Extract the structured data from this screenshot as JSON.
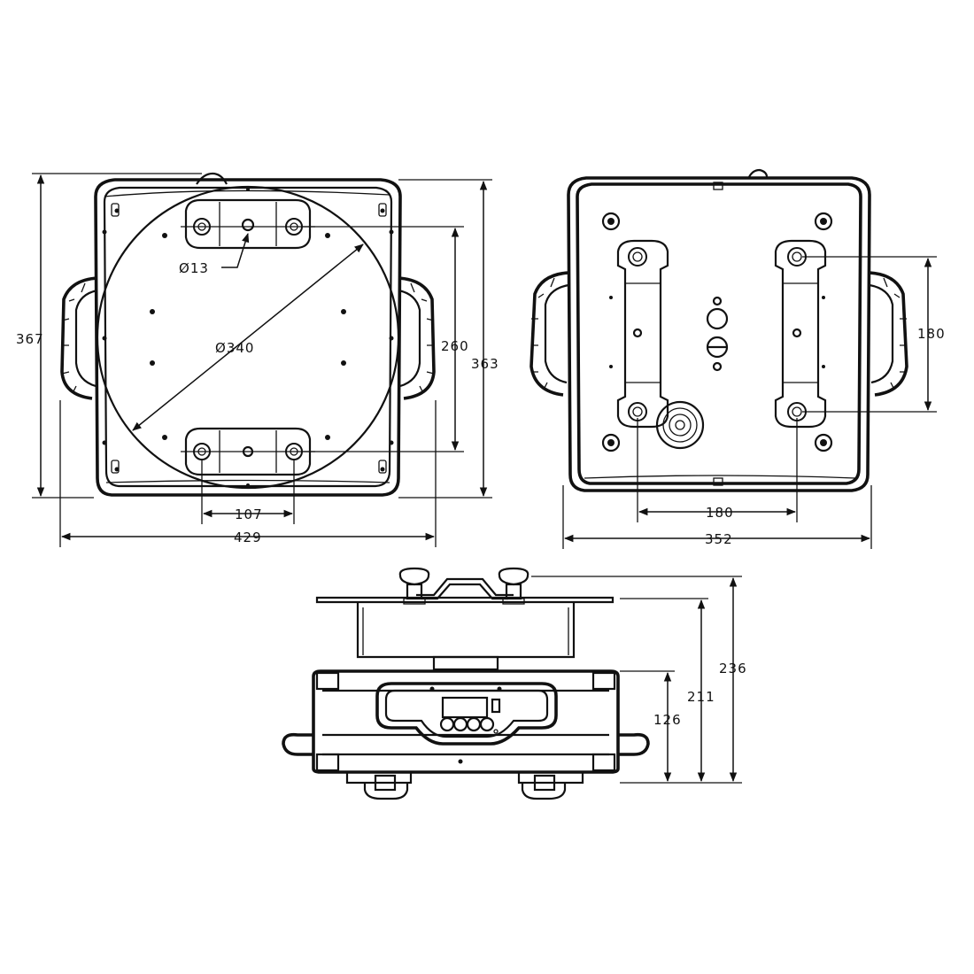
{
  "dimensions": {
    "top_view": {
      "height_outer": "367",
      "height_inner": "363",
      "plate_diameter": "340",
      "hole_diameter": "13",
      "hole_spacing_vertical": "260",
      "hole_spacing_horizontal": "107",
      "width": "429"
    },
    "bottom_view": {
      "bracket_spacing_vertical": "180",
      "bracket_spacing_horizontal": "180",
      "width": "352"
    },
    "side_view": {
      "height_total": "236",
      "height_to_plate": "211",
      "body_height": "126"
    }
  }
}
